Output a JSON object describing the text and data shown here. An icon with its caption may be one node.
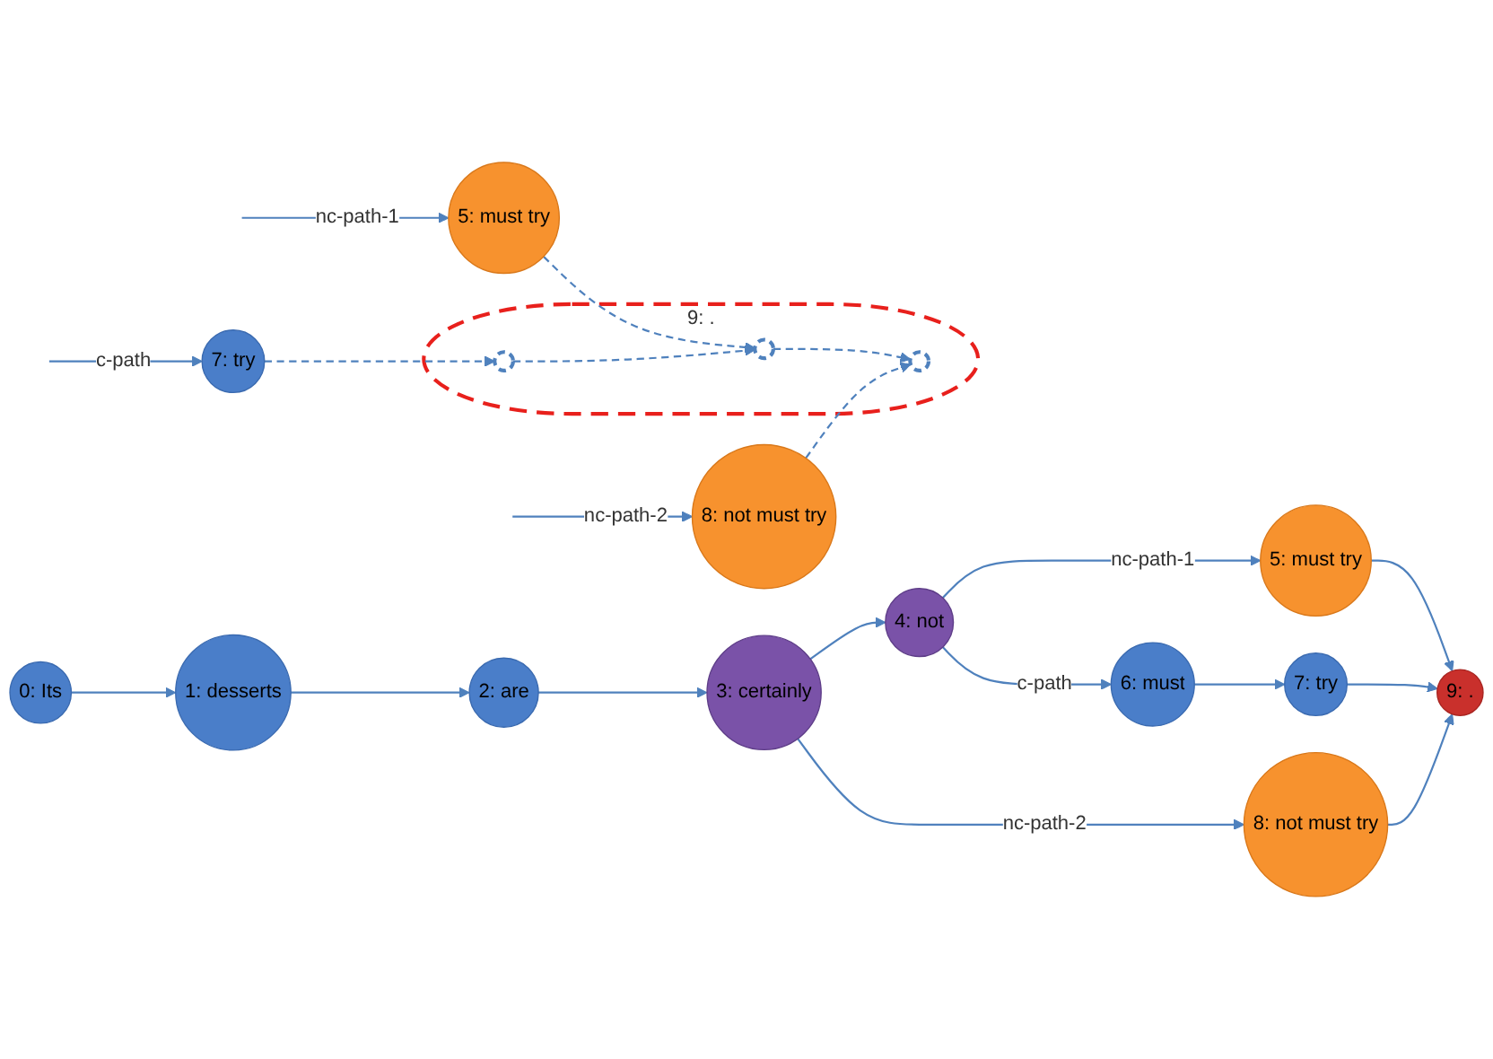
{
  "diagram": {
    "nodes": [
      {
        "text": [
          "0: Its"
        ]
      },
      {
        "text": [
          "1: desserts"
        ]
      },
      {
        "text": [
          "2: are"
        ]
      },
      {
        "text": [
          "3: certainly"
        ]
      },
      {
        "text": [
          "4: not"
        ]
      },
      {
        "text": [
          "5: must try"
        ]
      },
      {
        "text": [
          "6: must"
        ]
      },
      {
        "text": [
          "7: try"
        ]
      },
      {
        "text": [
          "8: not must try"
        ]
      },
      {
        "text": [
          "9: ."
        ]
      },
      {
        "text": [
          "5: must try"
        ]
      },
      {
        "text": [
          "7: try"
        ]
      },
      {
        "text": [
          "8: not must try"
        ]
      },
      {
        "text": [
          "9: ."
        ]
      },
      {
        "text": [],
        "shape": "circle",
        "in": 13
      },
      {
        "text": [],
        "shape": "circle",
        "in": 13
      },
      {
        "text": [],
        "shape": "circle",
        "in": 13
      }
    ],
    "edges": [
      {
        "from": 0,
        "to": 1,
        "arrow": "to"
      },
      {
        "from": 1,
        "to": 2,
        "arrow": "to"
      },
      {
        "from": 2,
        "to": 3,
        "arrow": "to"
      },
      {
        "from": 3,
        "to": 4,
        "arrow": "to"
      },
      {
        "from": 4,
        "to": 5,
        "arrow": "to",
        "label": "nc-path-1"
      },
      {
        "from": 4,
        "to": 6,
        "arrow": "to",
        "label": "c-path"
      },
      {
        "from": 6,
        "to": 7,
        "arrow": "to"
      },
      {
        "from": 5,
        "to": 9,
        "arrow": "to"
      },
      {
        "from": 7,
        "to": 9,
        "arrow": "to"
      },
      {
        "from": 3,
        "to": 8,
        "arrow": "to",
        "label": "nc-path-2"
      },
      {
        "from": 8,
        "to": 9,
        "arrow": "to"
      },
      {
        "from": null,
        "to": 10,
        "arrow": "to",
        "label": "nc-path-1"
      },
      {
        "from": null,
        "to": 11,
        "arrow": "to",
        "label": "c-path"
      },
      {
        "from": null,
        "to": 12,
        "arrow": "to",
        "label": "nc-path-2"
      },
      {
        "from": 10,
        "to": 15,
        "arrow": "to",
        "style": "dashed"
      },
      {
        "from": 11,
        "to": 14,
        "arrow": "to",
        "style": "dashed"
      },
      {
        "from": 14,
        "to": 15,
        "arrow": "to",
        "style": "dashed"
      },
      {
        "from": 15,
        "to": 16,
        "arrow": "to",
        "style": "dashed"
      },
      {
        "from": 12,
        "to": 16,
        "arrow": "to",
        "style": "dashed"
      }
    ]
  }
}
